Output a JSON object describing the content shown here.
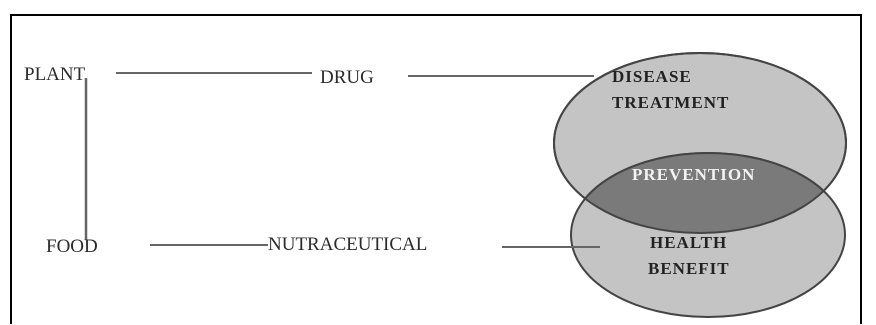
{
  "diagram": {
    "plant": "PLANT",
    "drug": "DRUG",
    "food": "FOOD",
    "nutraceutical": "NUTRACEUTICAL",
    "disease_treatment": [
      "DISEASE",
      "TREATMENT"
    ],
    "prevention": "PREVENTION",
    "health_benefit": [
      "HEALTH",
      "BENEFIT"
    ]
  },
  "colors": {
    "ellipse_fill": "#c4c4c4",
    "overlap_fill": "#7a7a7a",
    "stroke": "#555555",
    "line": "#666666"
  }
}
